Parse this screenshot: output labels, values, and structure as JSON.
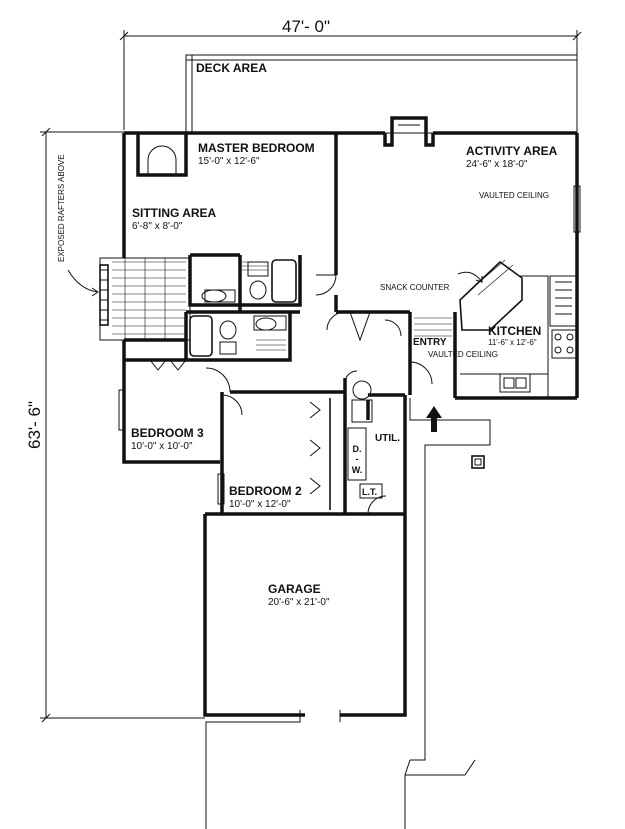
{
  "dimensions": {
    "width_label": "47'- 0\"",
    "depth_label": "63'- 6\""
  },
  "rooms": {
    "deck": {
      "name": "DECK AREA"
    },
    "master_bedroom": {
      "name": "MASTER BEDROOM",
      "size": "15'-0\" x 12'-6\""
    },
    "sitting_area": {
      "name": "SITTING AREA",
      "size": "6'-8\" x 8'-0\""
    },
    "activity_area": {
      "name": "ACTIVITY AREA",
      "size": "24'-6\" x 18'-0\"",
      "note": "VAULTED CEILING"
    },
    "kitchen": {
      "name": "KITCHEN",
      "size": "11'-6\" x 12'-6\""
    },
    "entry": {
      "name": "ENTRY",
      "note": "VAULTED CEILING"
    },
    "bedroom3": {
      "name": "BEDROOM 3",
      "size": "10'-0\" x 10'-0\""
    },
    "bedroom2": {
      "name": "BEDROOM 2",
      "size": "10'-0\" x 12'-0\""
    },
    "garage": {
      "name": "GARAGE",
      "size": "20'-6\" x 21'-0\""
    },
    "utility": {
      "name": "UTIL."
    }
  },
  "annotations": {
    "snack_counter": "SNACK COUNTER",
    "exposed_rafters": "EXPOSED RAFTERS ABOVE",
    "dw_d": "D.",
    "dw_w": "W.",
    "dw_dash": "-",
    "linen": "L.T."
  }
}
